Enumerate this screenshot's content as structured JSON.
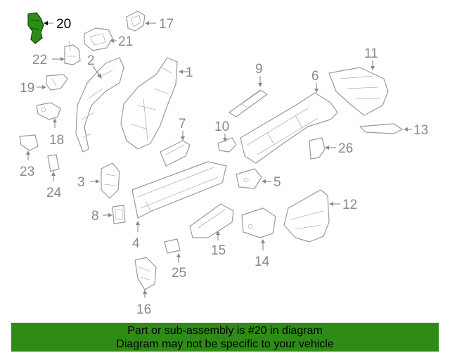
{
  "highlighted_part": "20",
  "callouts": {
    "n1": "1",
    "n2": "2",
    "n3": "3",
    "n4": "4",
    "n5": "5",
    "n6": "6",
    "n7": "7",
    "n8": "8",
    "n9": "9",
    "n10": "10",
    "n11": "11",
    "n12": "12",
    "n13": "13",
    "n14": "14",
    "n15": "15",
    "n16": "16",
    "n17": "17",
    "n18": "18",
    "n19": "19",
    "n20": "20",
    "n21": "21",
    "n22": "22",
    "n23": "23",
    "n24": "24",
    "n25": "25",
    "n26": "26"
  },
  "colors": {
    "banner": "#2e8b16",
    "highlight_part": "#2e8b16",
    "line_art": "#9a9a9a"
  },
  "banner": {
    "line1": "Part or sub-assembly is #20 in diagram",
    "line2": "Diagram may not be specific to your vehicle"
  }
}
